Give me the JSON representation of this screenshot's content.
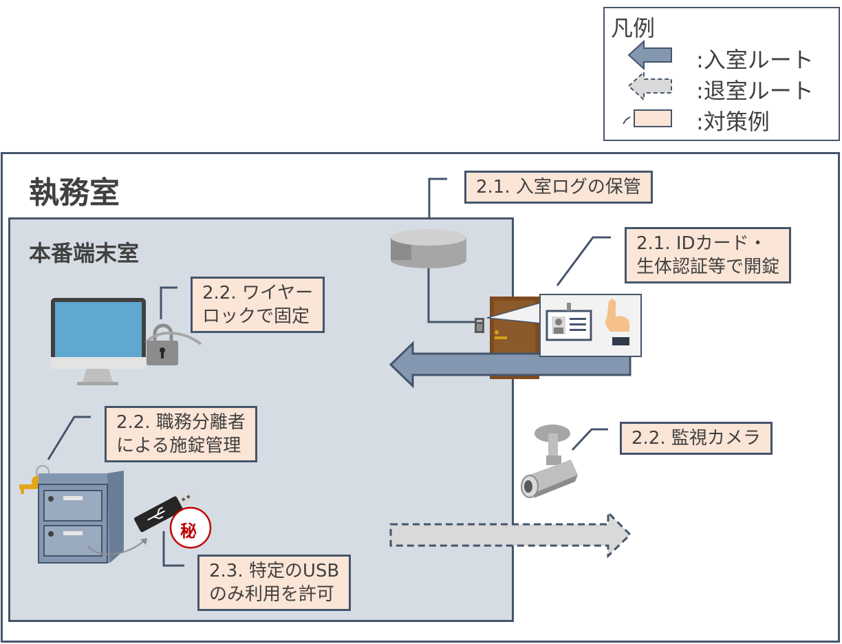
{
  "legend": {
    "title": "凡例",
    "entry_route": ":入室ルート",
    "exit_route": ":退室ルート",
    "measure": ":対策例"
  },
  "rooms": {
    "outer_title": "執務室",
    "inner_title": "本番端末室"
  },
  "callouts": {
    "log_storage": "2.1. 入室ログの保管",
    "id_card_line1": "2.1. IDカード・",
    "id_card_line2": "生体認証等で開錠",
    "wire_lock_line1": "2.2. ワイヤー",
    "wire_lock_line2": "ロックで固定",
    "key_mgmt_line1": "2.2. 職務分離者",
    "key_mgmt_line2": "による施錠管理",
    "camera": "2.2. 監視カメラ",
    "usb_line1": "2.3. 特定のUSB",
    "usb_line2": "のみ利用を許可"
  },
  "stamp": "秘",
  "colors": {
    "entry_arrow": "#8497b0",
    "exit_arrow": "#d9d9d9",
    "callout_fill": "#fbe5d6",
    "border": "#44546a",
    "inner_room": "#d6dce4"
  },
  "icons": [
    "database-icon",
    "door-icon",
    "card-reader-icon",
    "id-card-icon",
    "finger-icon",
    "monitor-icon",
    "padlock-icon",
    "key-icon",
    "cabinet-icon",
    "usb-icon",
    "camera-icon"
  ]
}
